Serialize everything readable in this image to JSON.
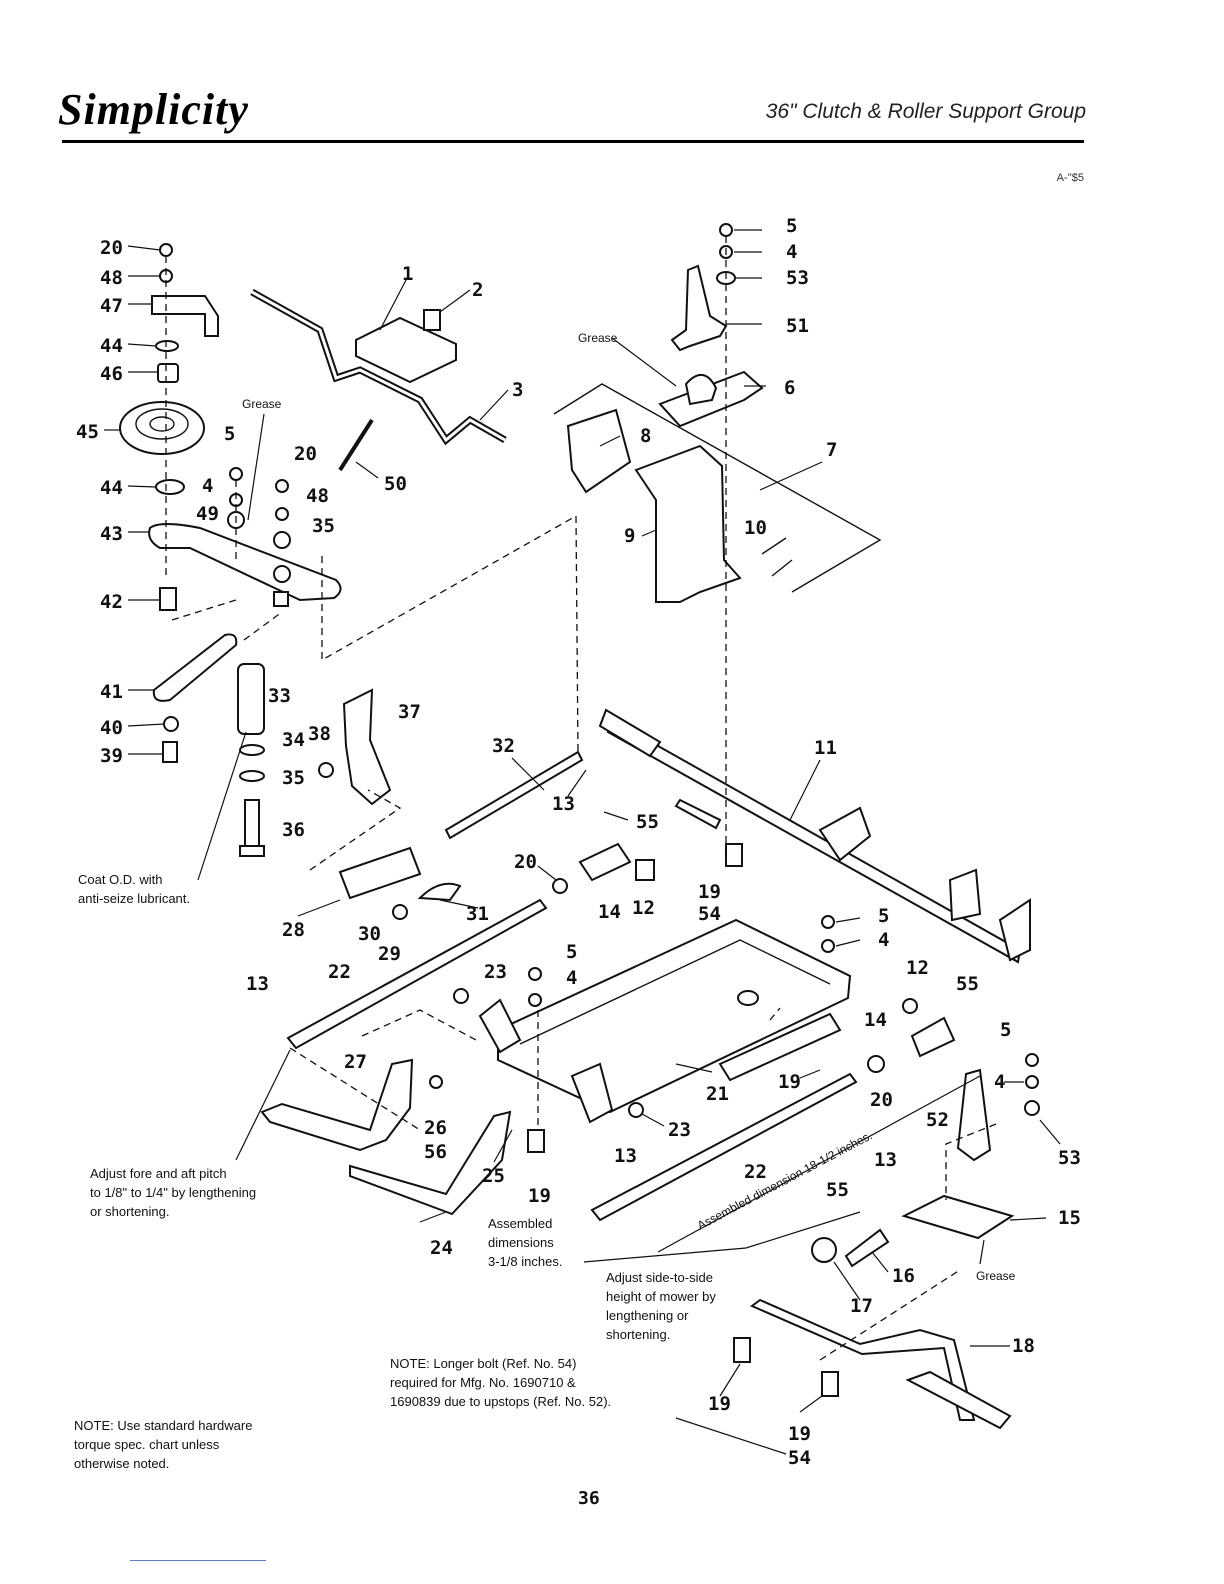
{
  "header": {
    "brand": "Simplicity",
    "title": "36\" Clutch & Roller Support Group",
    "code": "A-''$5"
  },
  "labels": {
    "grease": "Grease"
  },
  "callouts": [
    "1",
    "2",
    "3",
    "4",
    "5",
    "6",
    "7",
    "8",
    "9",
    "10",
    "11",
    "12",
    "13",
    "14",
    "15",
    "16",
    "17",
    "18",
    "19",
    "20",
    "21",
    "22",
    "23",
    "24",
    "25",
    "26",
    "27",
    "28",
    "29",
    "30",
    "31",
    "32",
    "33",
    "34",
    "35",
    "36",
    "37",
    "38",
    "39",
    "40",
    "41",
    "42",
    "43",
    "44",
    "45",
    "46",
    "47",
    "48",
    "49",
    "50",
    "51",
    "52",
    "53",
    "54",
    "55",
    "56"
  ],
  "notes": {
    "coat": "Coat O.D. with\nanti-seize lubricant.",
    "pitch": "Adjust fore and aft pitch\nto 1/8\" to 1/4\" by lengthening\nor shortening.",
    "assembled": "Assembled\ndimensions\n3-1/8 inches.",
    "side": "Adjust side-to-side\nheight of mower by\nlengthening or\nshortening.",
    "longer_bolt": "NOTE: Longer bolt (Ref. No. 54)\nrequired for Mfg. No. 1690710 &\n1690839 due to upstops (Ref. No. 52).",
    "torque": "NOTE: Use standard hardware\ntorque spec. chart unless\notherwise noted.",
    "dimension": "Assembled dimension 18-1/2 inches."
  },
  "footer": {
    "page_number": "36"
  }
}
